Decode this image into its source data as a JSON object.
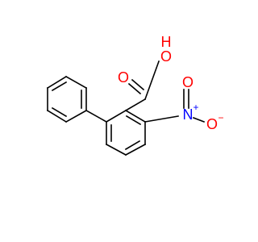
{
  "colors": {
    "bond": "#000000",
    "oxygen": "#ff0000",
    "nitrogen": "#0000ff",
    "background": "#ffffff"
  },
  "atoms": {
    "carboxyl_oh": "O",
    "carboxyl_h": "H",
    "carbonyl_o": "O",
    "nitro_n": "N",
    "nitro_plus": "+",
    "nitro_o_right": "O",
    "nitro_minus": "−",
    "nitro_o_up": "O"
  }
}
